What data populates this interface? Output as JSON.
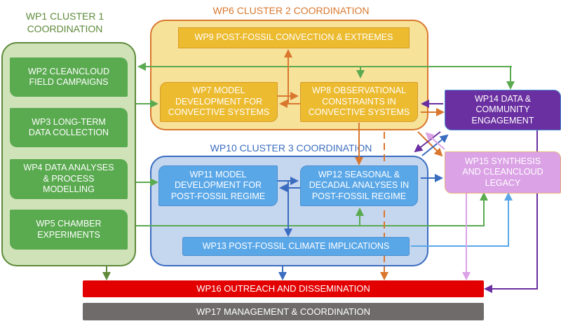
{
  "clusters": {
    "wp1": {
      "title_line1": "WP1 CLUSTER 1",
      "title_line2": "COORDINATION",
      "color": "#5e8a3a"
    },
    "wp6": {
      "title": "WP6 CLUSTER 2 COORDINATION",
      "color": "#d9772e"
    },
    "wp10": {
      "title": "WP10 CLUSTER 3 COORDINATION",
      "color": "#3a6cc0"
    }
  },
  "packages": {
    "wp2": [
      "WP2 CLEANCLOUD",
      "FIELD CAMPAIGNS"
    ],
    "wp3": [
      "WP3 LONG-TERM",
      "DATA COLLECTION"
    ],
    "wp4": [
      "WP4 DATA ANALYSES",
      "& PROCESS",
      "MODELLING"
    ],
    "wp5": [
      "WP5 CHAMBER",
      "EXPERIMENTS"
    ],
    "wp7": [
      "WP7 MODEL",
      "DEVELOPMENT FOR",
      "CONVECTIVE SYSTEMS"
    ],
    "wp8": [
      "WP8 OBSERVATIONAL",
      "CONSTRAINTS IN",
      "CONVECTIVE SYSTEMS"
    ],
    "wp9": "WP9 POST-FOSSIL CONVECTION & EXTREMES",
    "wp11": [
      "WP11 MODEL",
      "DEVELOPMENT FOR",
      "POST-FOSSIL REGIME"
    ],
    "wp12": [
      "WP12 SEASONAL &",
      "DECADAL ANALYSES IN",
      "POST-FOSSIL REGIME"
    ],
    "wp13": "WP13 POST-FOSSIL CLIMATE IMPLICATIONS",
    "wp14": [
      "WP14 DATA &",
      "COMMUNITY",
      "ENGAGEMENT"
    ],
    "wp15": [
      "WP15 SYNTHESIS",
      "AND CLEANCLOUD",
      "LEGACY"
    ],
    "wp16": "WP16 OUTREACH AND DISSEMINATION",
    "wp17": "WP17 MANAGEMENT & COORDINATION"
  },
  "colors": {
    "green": "#5aaa50",
    "orange": "#d9772e",
    "blue": "#3a6cc0",
    "light_blue": "#5aa7e8",
    "purple": "#6a2fa0",
    "lilac": "#dba2e6",
    "red": "#e30000",
    "grey": "#6f6b6b"
  }
}
